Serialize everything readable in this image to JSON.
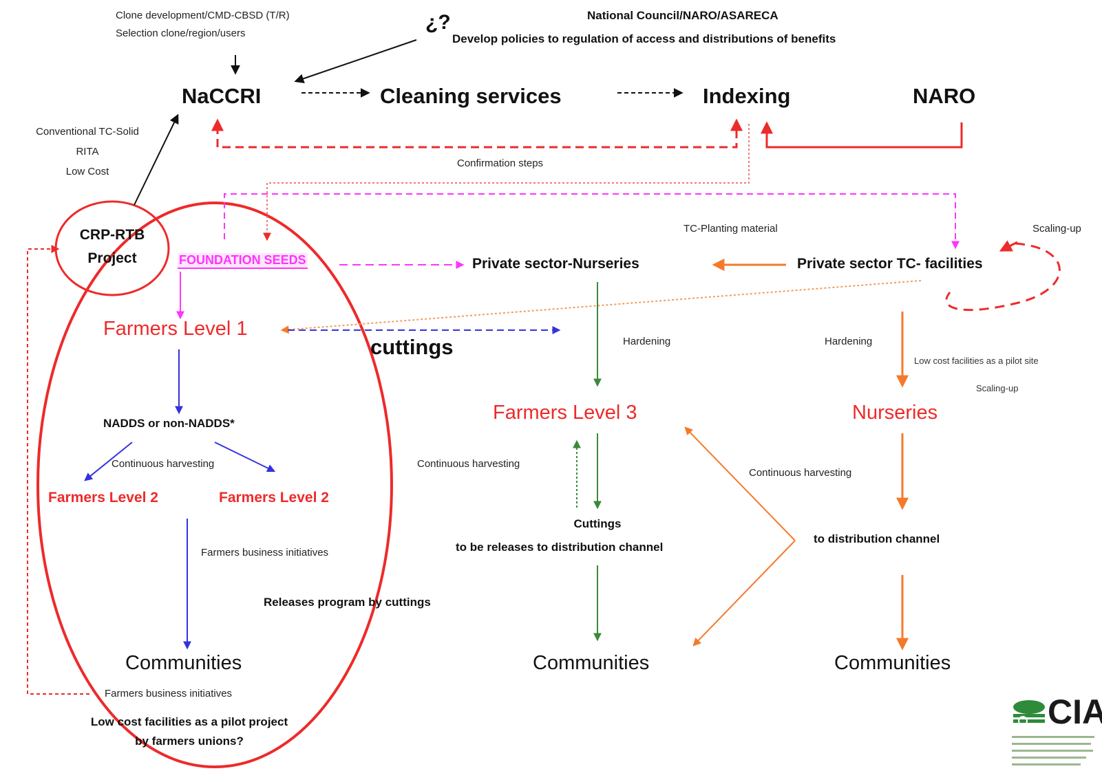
{
  "labels": {
    "clone_dev_1": "Clone development/CMD-CBSD (T/R)",
    "clone_dev_2": "Selection clone/region/users",
    "question": "¿?",
    "national_council": "National Council/NARO/ASARECA",
    "develop_policies": "Develop policies to regulation of access and distributions of benefits",
    "naccri": "NaCCRI",
    "cleaning": "Cleaning services",
    "indexing": "Indexing",
    "naro": "NARO",
    "conventional_1": "Conventional TC-Solid",
    "conventional_2": "RITA",
    "conventional_3": "Low Cost",
    "confirmation": "Confirmation steps",
    "crp_1": "CRP-RTB",
    "crp_2": "Project",
    "tc_planting": "TC-Planting material",
    "scaling_up_top": "Scaling-up",
    "foundation": "FOUNDATION SEEDS",
    "private_nurseries": "Private sector-Nurseries",
    "private_tc": "Private sector TC- facilities",
    "farmers_l1": "Farmers Level 1",
    "cuttings": "cuttings",
    "hardening_1": "Hardening",
    "hardening_2": "Hardening",
    "low_cost_pilot": "Low cost facilities as a pilot site",
    "scaling_up_mid": "Scaling-up",
    "nadds": "NADDS or non-NADDS*",
    "farmers_l3": "Farmers Level 3",
    "nurseries": "Nurseries",
    "cont_harvest_1": "Continuous harvesting",
    "cont_harvest_2": "Continuous harvesting",
    "cont_harvest_3": "Continuous harvesting",
    "farmers_l2_a": "Farmers Level 2",
    "farmers_l2_b": "Farmers Level 2",
    "cuttings_release_1": "Cuttings",
    "cuttings_release_2": "to be releases to distribution channel",
    "to_distribution": "to distribution channel",
    "business_init_1": "Farmers business initiatives",
    "releases_program": "Releases   program by cuttings",
    "communities_1": "Communities",
    "communities_2": "Communities",
    "communities_3": "Communities",
    "business_init_2": "Farmers business initiatives",
    "low_cost_project_1": "Low cost facilities as a pilot project",
    "low_cost_project_2": "by farmers unions?",
    "logo_text": "CIA"
  },
  "colors": {
    "red": "#ee2a2a",
    "magenta": "#ff33ff",
    "blue": "#3333dd",
    "green": "#3a8a3a",
    "orange": "#f47a2a",
    "orange_dotted": "#f59a5a",
    "black": "#111111",
    "logo_green": "#2e8b3a"
  }
}
